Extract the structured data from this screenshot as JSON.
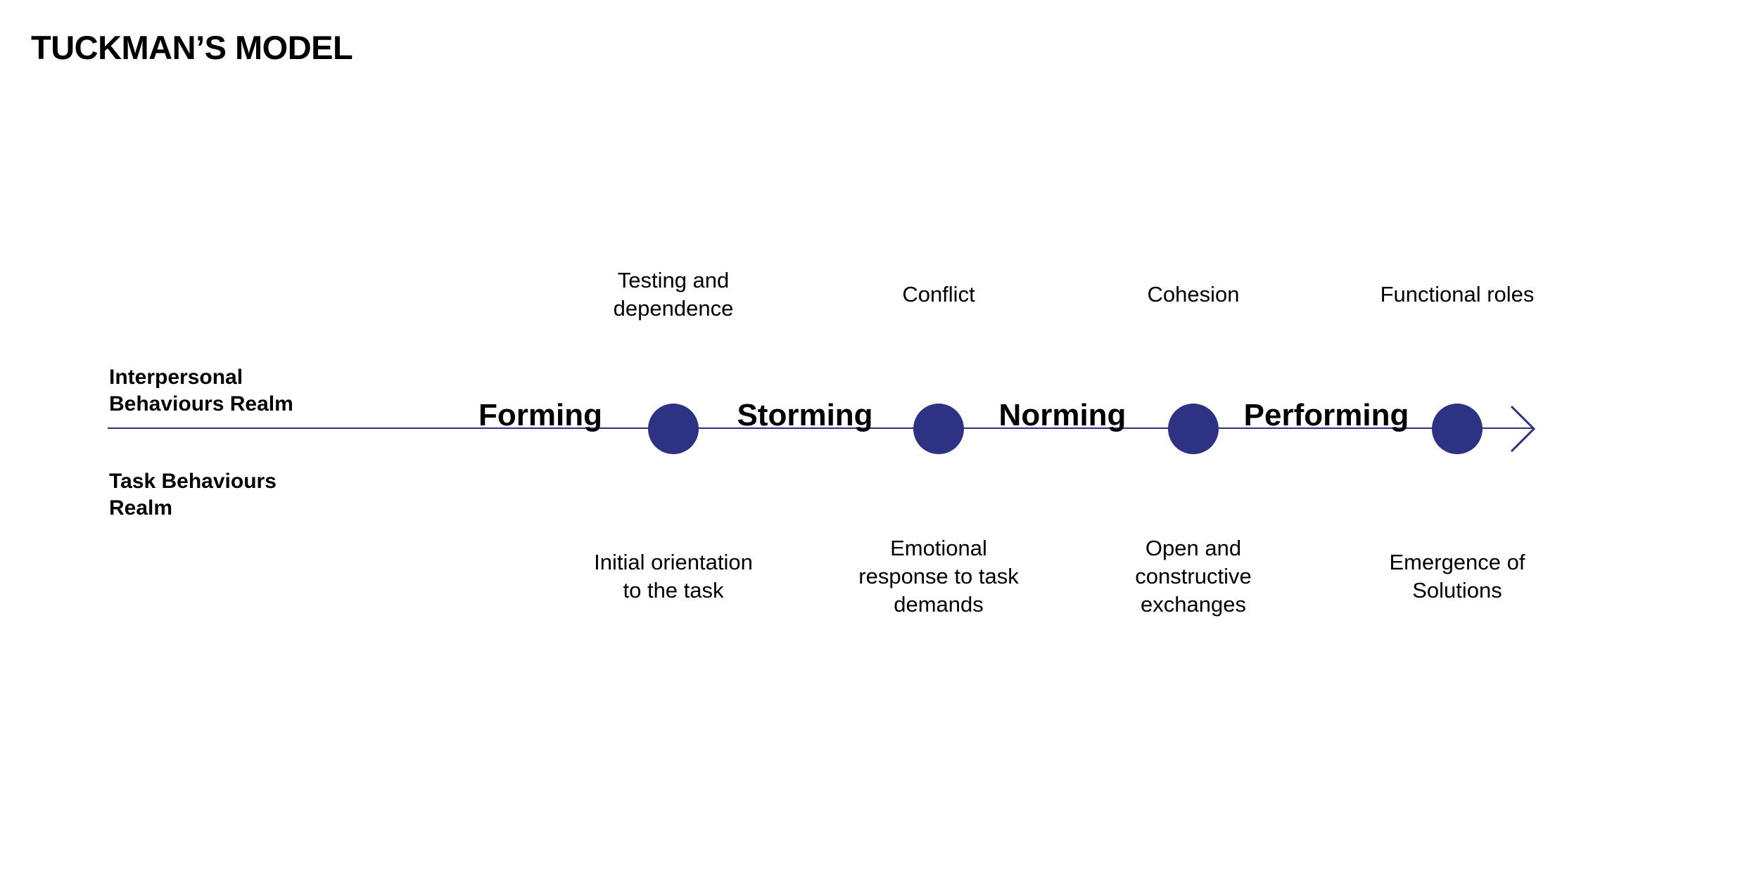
{
  "title": "TUCKMAN’S MODEL",
  "colors": {
    "accent_indigo": "#2E3282",
    "text_black": "#000000",
    "background_white": "#FFFFFF"
  },
  "axis": {
    "interpersonal_realm_label": "Interpersonal\nBehaviours Realm",
    "task_realm_label": "Task Behaviours\nRealm",
    "arrow_icon": "right-open-chevron"
  },
  "stages": [
    {
      "name": "Forming",
      "interpersonal_label": "Testing and\ndependence",
      "task_label": "Initial orientation\nto the task"
    },
    {
      "name": "Storming",
      "interpersonal_label": "Conflict",
      "task_label": "Emotional\nresponse to task\ndemands"
    },
    {
      "name": "Norming",
      "interpersonal_label": "Cohesion",
      "task_label": "Open and\nconstructive\nexchanges"
    },
    {
      "name": "Performing",
      "interpersonal_label": "Functional roles",
      "task_label": "Emergence of\nSolutions"
    }
  ]
}
